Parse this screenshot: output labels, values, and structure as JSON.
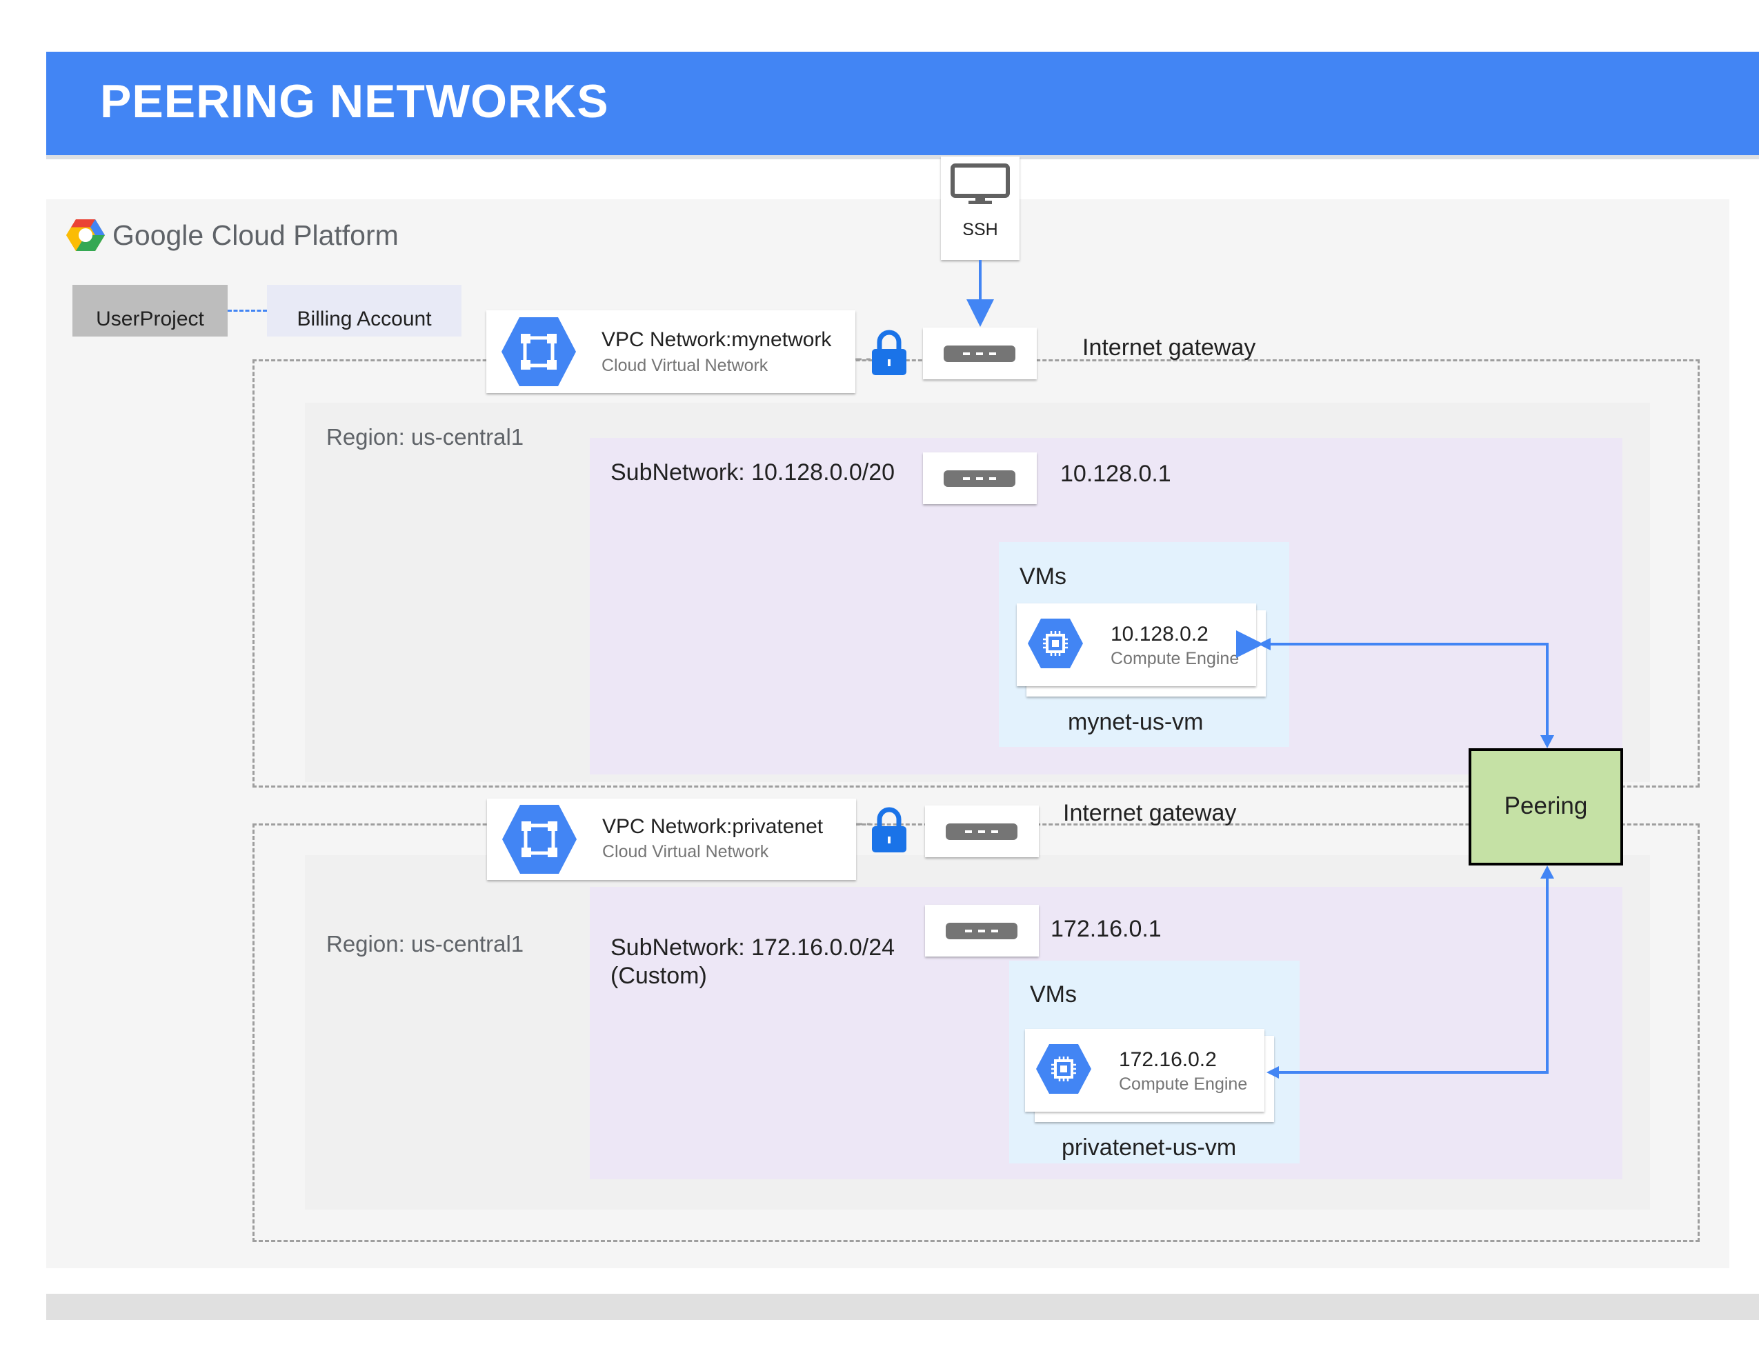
{
  "header": {
    "title": "PEERING NETWORKS",
    "color": "#4285f4"
  },
  "platform": {
    "name": "Google Cloud Platform",
    "logo_icon": "google-cloud-hexagon-icon"
  },
  "project": {
    "user_project": "UserProject",
    "billing_account": "Billing Account"
  },
  "ssh": {
    "label": "SSH",
    "icon": "monitor-icon"
  },
  "networks": [
    {
      "vpc_title": "VPC Network:mynetwork",
      "vpc_subtitle": "Cloud Virtual Network",
      "gateway_label": "Internet gateway",
      "region": "Region: us-central1",
      "subnet_line1": "SubNetwork: 10.128.0.0/20",
      "subnet_line2": "",
      "subnet_gateway_ip": "10.128.0.1",
      "vms_label": "VMs",
      "vm_ip": "10.128.0.2",
      "vm_type": "Compute Engine",
      "vm_name": "mynet-us-vm"
    },
    {
      "vpc_title": "VPC Network:privatenet",
      "vpc_subtitle": "Cloud Virtual Network",
      "gateway_label": "Internet gateway",
      "region": "Region: us-central1",
      "subnet_line1": "SubNetwork: 172.16.0.0/24",
      "subnet_line2": "(Custom)",
      "subnet_gateway_ip": "172.16.0.1",
      "vms_label": "VMs",
      "vm_ip": "172.16.0.2",
      "vm_type": "Compute Engine",
      "vm_name": "privatenet-us-vm"
    }
  ],
  "peering": {
    "label": "Peering",
    "color": "#c5e1a5"
  },
  "colors": {
    "accent_blue": "#4285f4",
    "subnet": "#ede7f6",
    "vms": "#e3f2fd"
  }
}
